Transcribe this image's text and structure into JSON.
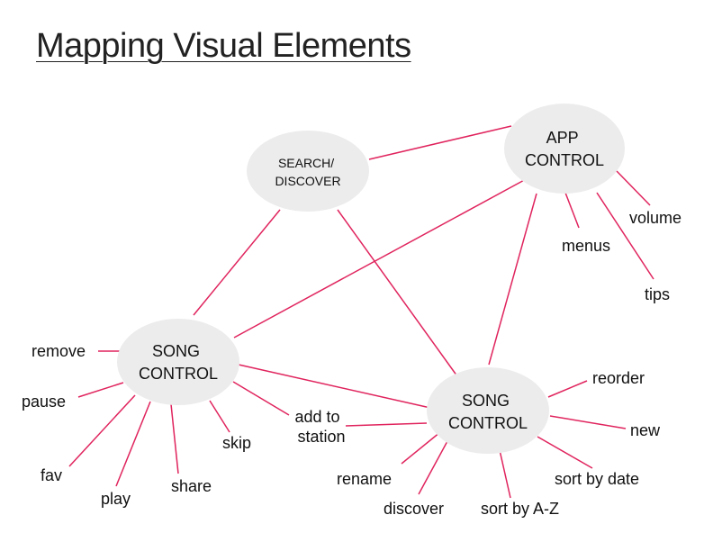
{
  "title": "Mapping Visual Elements",
  "colors": {
    "edge": "#e0245e",
    "node_fill": "#ececec",
    "text": "#111111"
  },
  "nodes": {
    "search": {
      "lines": [
        "SEARCH/",
        "DISCOVER"
      ]
    },
    "app": {
      "lines": [
        "APP",
        "CONTROL"
      ]
    },
    "song_left": {
      "lines": [
        "SONG",
        "CONTROL"
      ]
    },
    "song_right": {
      "lines": [
        "SONG",
        "CONTROL"
      ]
    }
  },
  "leaves": {
    "volume": "volume",
    "menus": "menus",
    "tips": "tips",
    "remove": "remove",
    "pause": "pause",
    "fav": "fav",
    "play": "play",
    "share": "share",
    "skip": "skip",
    "add_to_station": [
      "add to",
      "station"
    ],
    "reorder": "reorder",
    "new": "new",
    "sort_by_date": "sort by date",
    "sort_by_az": "sort by A-Z",
    "discover": "discover",
    "rename": "rename"
  }
}
